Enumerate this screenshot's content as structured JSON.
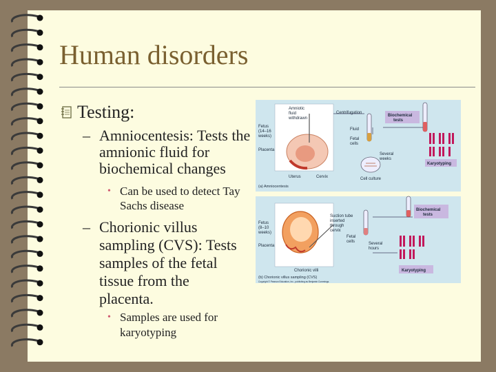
{
  "slide": {
    "title": "Human disorders",
    "bullet": {
      "text": "Testing:",
      "icon": "notebook-icon"
    },
    "sub_items": [
      {
        "dash": "–",
        "text": "Amniocentesis: Tests the amnionic fluid for biochemical changes",
        "detail_bullet": "•",
        "detail": "Can be used to detect Tay Sachs disease"
      },
      {
        "dash": "–",
        "text": "Chorionic villus sampling (CVS): Tests samples of the fetal tissue from the placenta.",
        "detail_bullet": "•",
        "detail": "Samples are used for karyotyping"
      }
    ]
  },
  "figure": {
    "panel_a": {
      "amniotic_fluid": [
        "Amniotic",
        "fluid",
        "withdrawn"
      ],
      "fetus": [
        "Fetus",
        "(14–16",
        "weeks)"
      ],
      "placenta": "Placenta",
      "uterus": "Uterus",
      "cervix": "Cervix",
      "centrifugation": "Centrifugation",
      "fluid": "Fluid",
      "fetal_cells": [
        "Fetal",
        "cells"
      ],
      "biochemical_tests": [
        "Biochemical",
        "tests"
      ],
      "several_weeks": [
        "Several",
        "weeks"
      ],
      "karyotyping": "Karyotyping",
      "cell_culture": "Cell culture",
      "caption": "(a) Amniocentesis"
    },
    "panel_b": {
      "suction_tube": [
        "Suction tube",
        "inserted",
        "through",
        "cervix"
      ],
      "fetus": [
        "Fetus",
        "(8–10",
        "weeks)"
      ],
      "placenta": "Placenta",
      "fetal_cells": [
        "Fetal",
        "cells"
      ],
      "chorionic_villi": "Chorionic villi",
      "several_hours": [
        "Several",
        "hours"
      ],
      "biochemical_tests": [
        "Biochemical",
        "tests"
      ],
      "karyotyping": "Karyotyping",
      "caption": "(b) Chorionic villus sampling (CVS)",
      "copyright": "Copyright © Pearson Education, Inc., publishing as Benjamin Cummings."
    }
  },
  "colors": {
    "title": "#7a6030",
    "bullet_dot": "#d05a70",
    "page": "#fdfce0",
    "frame": "#8b7a63",
    "figure_bg": "#cfe6ee",
    "label_box": "#c9b8e0"
  }
}
